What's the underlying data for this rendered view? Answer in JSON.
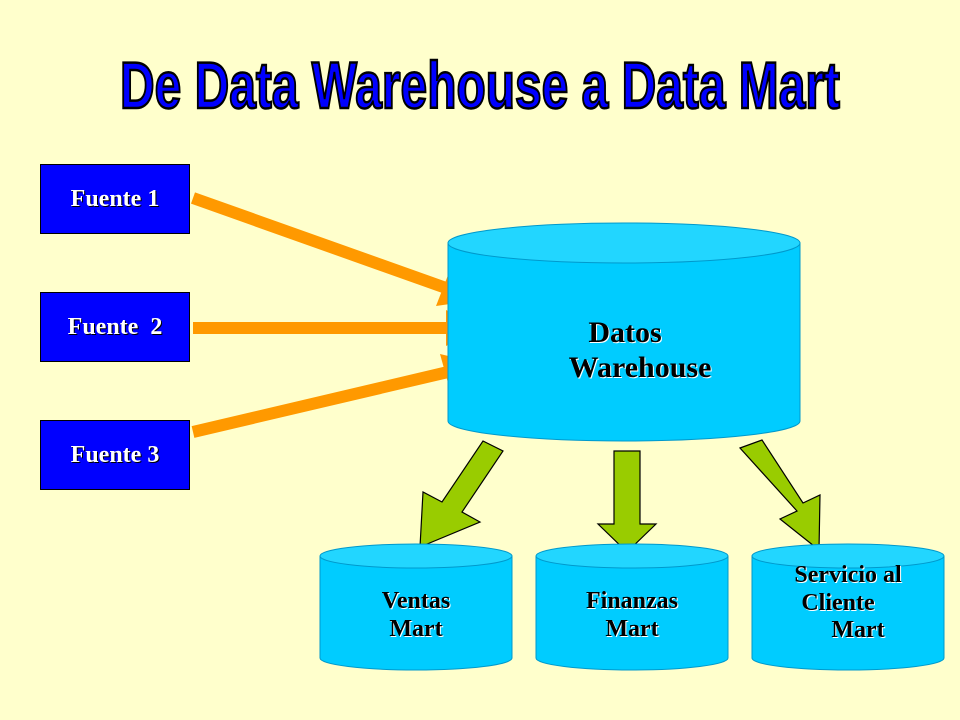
{
  "title": "De Data Warehouse a Data Mart",
  "sources": [
    "Fuente 1",
    "Fuente  2",
    "Fuente 3"
  ],
  "warehouse": {
    "line1": "Datos",
    "line2": "Warehouse"
  },
  "marts": [
    {
      "lines": [
        "Ventas",
        "Mart"
      ]
    },
    {
      "lines": [
        "Finanzas",
        "Mart"
      ]
    },
    {
      "lines": [
        "Servicio al",
        "Cliente",
        "Mart"
      ]
    }
  ],
  "colors": {
    "background": "#ffffcc",
    "source_box": "#0000ff",
    "cylinder": "#00ccff",
    "orange_arrow": "#ff9900",
    "green_arrow": "#99cc00",
    "title_fill": "#0000ff"
  }
}
